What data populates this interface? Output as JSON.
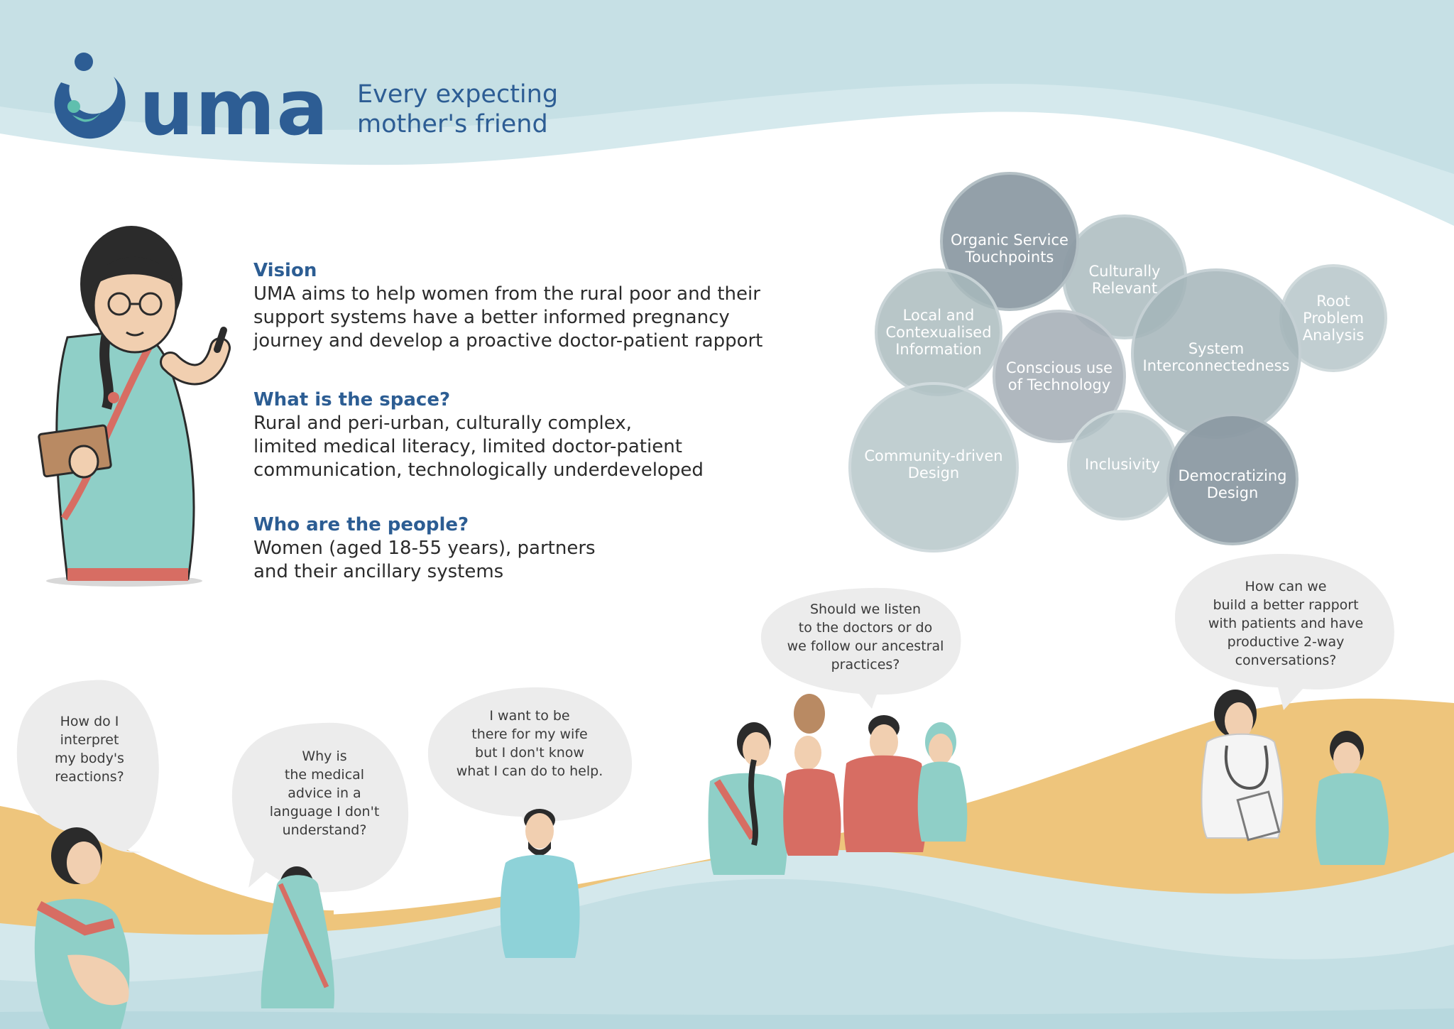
{
  "brand": {
    "logo_text": "uma",
    "tagline_lines": [
      "Every expecting",
      "mother's friend"
    ]
  },
  "sections": [
    {
      "heading": "Vision",
      "lines": [
        "UMA aims to help women from the rural poor and their",
        "support systems have a better informed pregnancy",
        "journey and develop a proactive doctor-patient rapport"
      ]
    },
    {
      "heading": "What is the space?",
      "lines": [
        "Rural and peri-urban, culturally complex,",
        "limited medical literacy, limited doctor-patient",
        "communication, technologically underdeveloped"
      ]
    },
    {
      "heading": "Who are the people?",
      "lines": [
        "Women (aged 18-55 years), partners",
        "and their ancillary systems"
      ]
    }
  ],
  "principles": [
    {
      "lines": [
        "Organic Service",
        "Touchpoints"
      ]
    },
    {
      "lines": [
        "Culturally",
        "Relevant"
      ]
    },
    {
      "lines": [
        "Local and",
        "Contexualised",
        "Information"
      ]
    },
    {
      "lines": [
        "Conscious use",
        "of Technology"
      ]
    },
    {
      "lines": [
        "System",
        "Interconnectedness"
      ]
    },
    {
      "lines": [
        "Root",
        "Problem",
        "Analysis"
      ]
    },
    {
      "lines": [
        "Community-driven",
        "Design"
      ]
    },
    {
      "lines": [
        "Inclusivity"
      ]
    },
    {
      "lines": [
        "Democratizing",
        "Design"
      ]
    }
  ],
  "quotes": [
    {
      "lines": [
        "How do I",
        "interpret",
        "my body's",
        "reactions?"
      ]
    },
    {
      "lines": [
        "Why is",
        "the medical",
        "advice in a",
        "language I don't",
        "understand?"
      ]
    },
    {
      "lines": [
        "I want to be",
        "there for my wife",
        "but I don't know",
        "what I can do to help."
      ]
    },
    {
      "lines": [
        "Should we listen",
        "to the doctors or do",
        "we follow our ancestral",
        "practices?"
      ]
    },
    {
      "lines": [
        "How can we",
        "build a better rapport",
        "with patients and have",
        "productive 2-way",
        "conversations?"
      ]
    }
  ],
  "colors": {
    "brand_blue": "#2d5d94",
    "accent_teal": "#5fbfae",
    "wave_light": "#c6e0e5",
    "sand": "#eec57c",
    "sari_teal": "#8fcfc7",
    "sari_red": "#d76d63",
    "bubble_gray": "#8f9ea6",
    "speech_gray": "#ececec"
  }
}
